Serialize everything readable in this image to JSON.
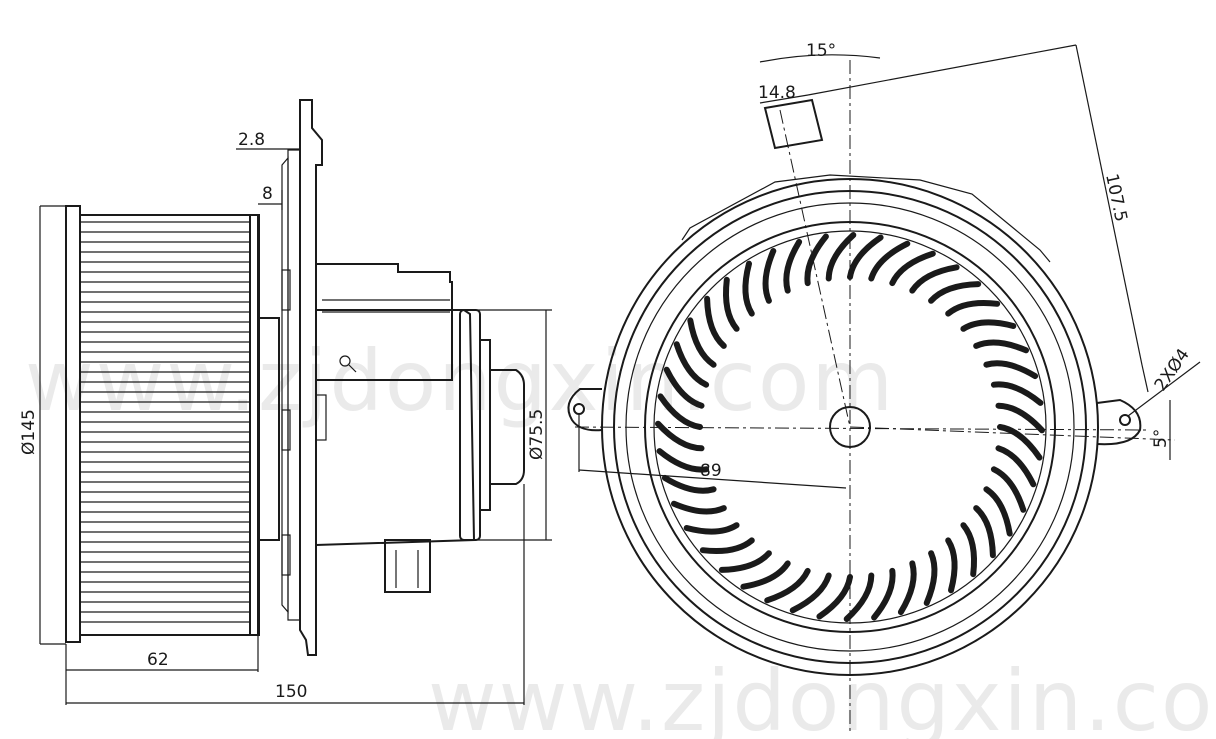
{
  "dimensions": {
    "side_diameter": "Ø145",
    "wheel_width": "62",
    "overall_length": "150",
    "flange_thickness": "2.8",
    "flange_offset": "8",
    "motor_diameter": "Ø75.5",
    "tab_width": "14.8",
    "tab_angle": "15°",
    "tab_distance": "107.5",
    "hole_spec": "2XØ4",
    "hole_offset": "5°",
    "hole_radius": "89"
  },
  "watermark": {
    "center": "www.zjdongxin.com",
    "bottom": "www.zjdongxin.com"
  },
  "colors": {
    "line": "#1a1a1a",
    "watermark": "#d9d9d9",
    "background": "#ffffff"
  },
  "icons": [
    "magnifier-icon"
  ]
}
